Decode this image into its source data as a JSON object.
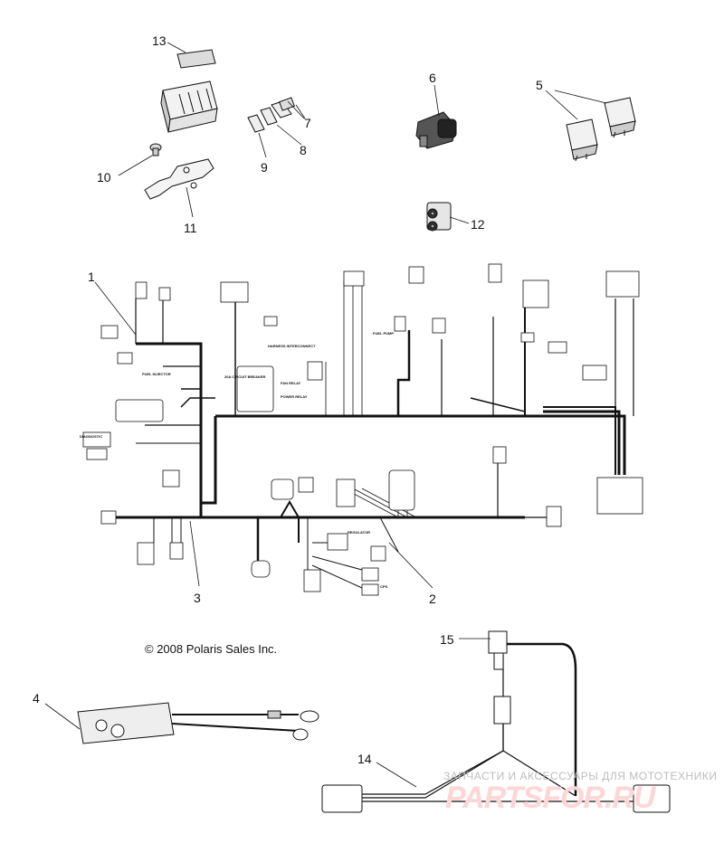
{
  "diagram": {
    "callouts": [
      {
        "id": "c13",
        "label": "13"
      },
      {
        "id": "c6",
        "label": "6"
      },
      {
        "id": "c5",
        "label": "5"
      },
      {
        "id": "c7",
        "label": "7"
      },
      {
        "id": "c8",
        "label": "8"
      },
      {
        "id": "c9",
        "label": "9"
      },
      {
        "id": "c10",
        "label": "10"
      },
      {
        "id": "c11",
        "label": "11"
      },
      {
        "id": "c12",
        "label": "12"
      },
      {
        "id": "c1",
        "label": "1"
      },
      {
        "id": "c2",
        "label": "2"
      },
      {
        "id": "c3",
        "label": "3"
      },
      {
        "id": "c4",
        "label": "4"
      },
      {
        "id": "c14",
        "label": "14"
      },
      {
        "id": "c15",
        "label": "15"
      }
    ],
    "harness_labels": {
      "fuel_injector": "FUEL INJECTOR",
      "circuit_breaker": "20A CIRCUIT BREAKER",
      "harness_interconnect": "HARNESS INTERCONNECT",
      "fuel_pump": "FUEL PUMP",
      "fan_relay": "FAN RELAY",
      "power_relay": "POWER RELAY",
      "diagnostic": "DIAGNOSTIC",
      "regulator": "REGULATOR",
      "cps": "CPS"
    },
    "copyright": "© 2008 Polaris Sales Inc.",
    "watermark": {
      "caption": "ЗАПЧАСТИ И АКСЕССУАРЫ ДЛЯ МОТОТЕХНИКИ",
      "logo": "PARTSFOR.RU"
    }
  }
}
